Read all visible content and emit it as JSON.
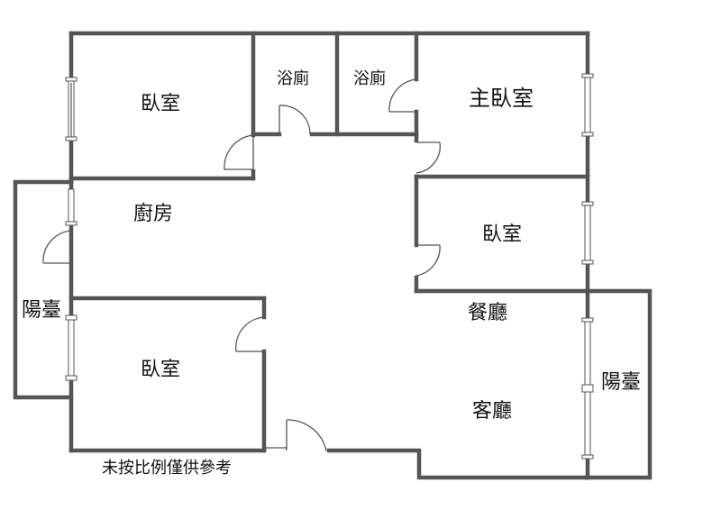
{
  "rooms": {
    "bedroom_top_left": "臥室",
    "bathroom_1": "浴廁",
    "bathroom_2": "浴廁",
    "master_bedroom": "主臥室",
    "kitchen": "廚房",
    "bedroom_right": "臥室",
    "balcony_left": "陽臺",
    "dining": "餐廳",
    "bedroom_bottom_left": "臥室",
    "balcony_right": "陽臺",
    "living_room": "客廳"
  },
  "disclaimer": "未按比例僅供參考",
  "colors": {
    "wall": "#555555",
    "text": "#111111",
    "background": "#ffffff"
  }
}
